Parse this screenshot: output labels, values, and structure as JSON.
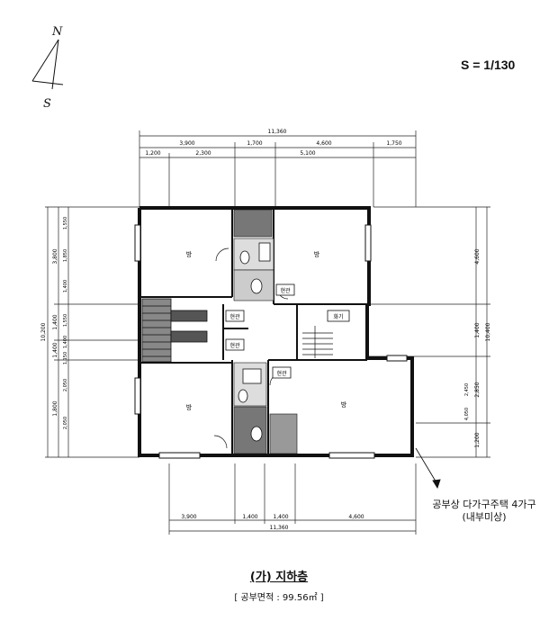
{
  "compass": {
    "north": "N",
    "south": "S"
  },
  "scale": "S = 1/130",
  "dimensions": {
    "top_total": "11,360",
    "top_row": [
      "3,900",
      "1,700",
      "4,600",
      "1,750"
    ],
    "top_row2": [
      "1,200",
      "2,300",
      "5,100"
    ],
    "bottom_row": [
      "3,900",
      "1,400",
      "1,400",
      "4,600"
    ],
    "bottom_total": "11,360",
    "left_total": "10,200",
    "left_outer": [
      "3,800",
      "1,400",
      "1,400",
      "1,800"
    ],
    "left_inner": [
      "1,550",
      "1,850",
      "1,400",
      "1,550",
      "1,400",
      "1,150",
      "2,050",
      "2,050"
    ],
    "right_outer": [
      "4,600",
      "1,400",
      "2,850",
      "1,200"
    ],
    "right_inner": [
      "2,450",
      "4,050"
    ],
    "right_total": "10,400"
  },
  "rooms": {
    "room_nw": "방",
    "room_ne": "방",
    "room_sw": "방",
    "room_se": "방",
    "utility_upper": "현관",
    "hall_left_upper": "현관",
    "hall_left_lower": "현관",
    "stair_label": "화기",
    "utility_lower": "현관"
  },
  "annotation": {
    "line1": "공부상 다가구주택 4가구",
    "line2": "(내부미상)"
  },
  "title": "(가) 지하층",
  "area": "[ 공부면적 : 99.56㎡ ]"
}
